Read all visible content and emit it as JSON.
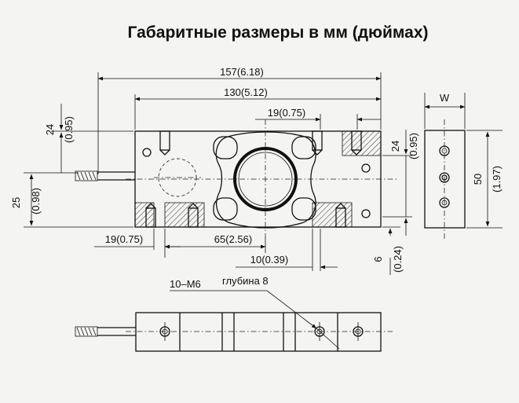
{
  "title": "Габаритные размеры в мм (дюймах)",
  "dimensions": {
    "overall_length": "157(6.18)",
    "hole_spacing": "130(5.12)",
    "top_right_offset": "19(0.75)",
    "bottom_left_offset": "19(0.75)",
    "center_offset": "65(2.56)",
    "hole_offset": "10(0.39)",
    "left_height_mm": "24",
    "left_height_in": "(0.95)",
    "left_base_mm": "25",
    "left_base_in": "(0.98)",
    "right_height_mm": "24",
    "right_height_in": "(0.95)",
    "step_mm": "6",
    "step_in": "(0.24)",
    "width_label": "W",
    "side_height_mm": "50",
    "side_height_in": "(1.97)"
  },
  "thread_note": {
    "label": "10–M6",
    "depth": "глубина 8"
  },
  "colors": {
    "background": "#f4f4f2",
    "lines": "#111111",
    "hatch": "#333333"
  }
}
